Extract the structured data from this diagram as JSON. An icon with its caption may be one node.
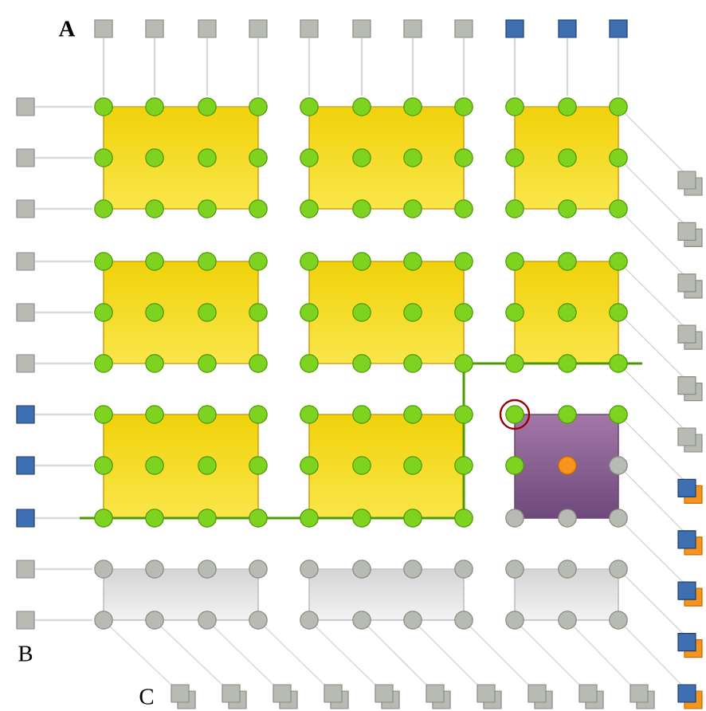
{
  "diagram": {
    "labels": [
      "A",
      "B",
      "C"
    ]
  }
}
